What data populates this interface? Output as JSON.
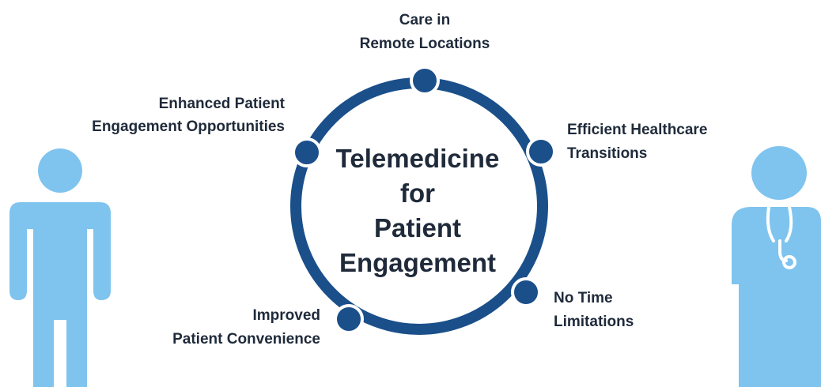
{
  "center": {
    "lines": [
      "Telemedicine",
      "for",
      "Patient",
      "Engagement"
    ]
  },
  "nodes": [
    {
      "id": "remote-care",
      "lines": [
        "Care in",
        "Remote Locations"
      ]
    },
    {
      "id": "transitions",
      "lines": [
        "Efficient Healthcare",
        "Transitions"
      ]
    },
    {
      "id": "no-time",
      "lines": [
        "No Time",
        "Limitations"
      ]
    },
    {
      "id": "convenience",
      "lines": [
        "Improved",
        "Patient Convenience"
      ]
    },
    {
      "id": "engagement",
      "lines": [
        "Enhanced Patient",
        "Engagement Opportunities"
      ]
    }
  ],
  "figures": {
    "patient": "patient-figure",
    "doctor": "doctor-figure-with-stethoscope"
  },
  "colors": {
    "ring": "#1a4f8a",
    "node": "#1a4f8a",
    "node_border": "#ffffff",
    "text": "#1f2a3a",
    "figure": "#7fc4ee",
    "stethoscope_outline": "#ffffff"
  }
}
